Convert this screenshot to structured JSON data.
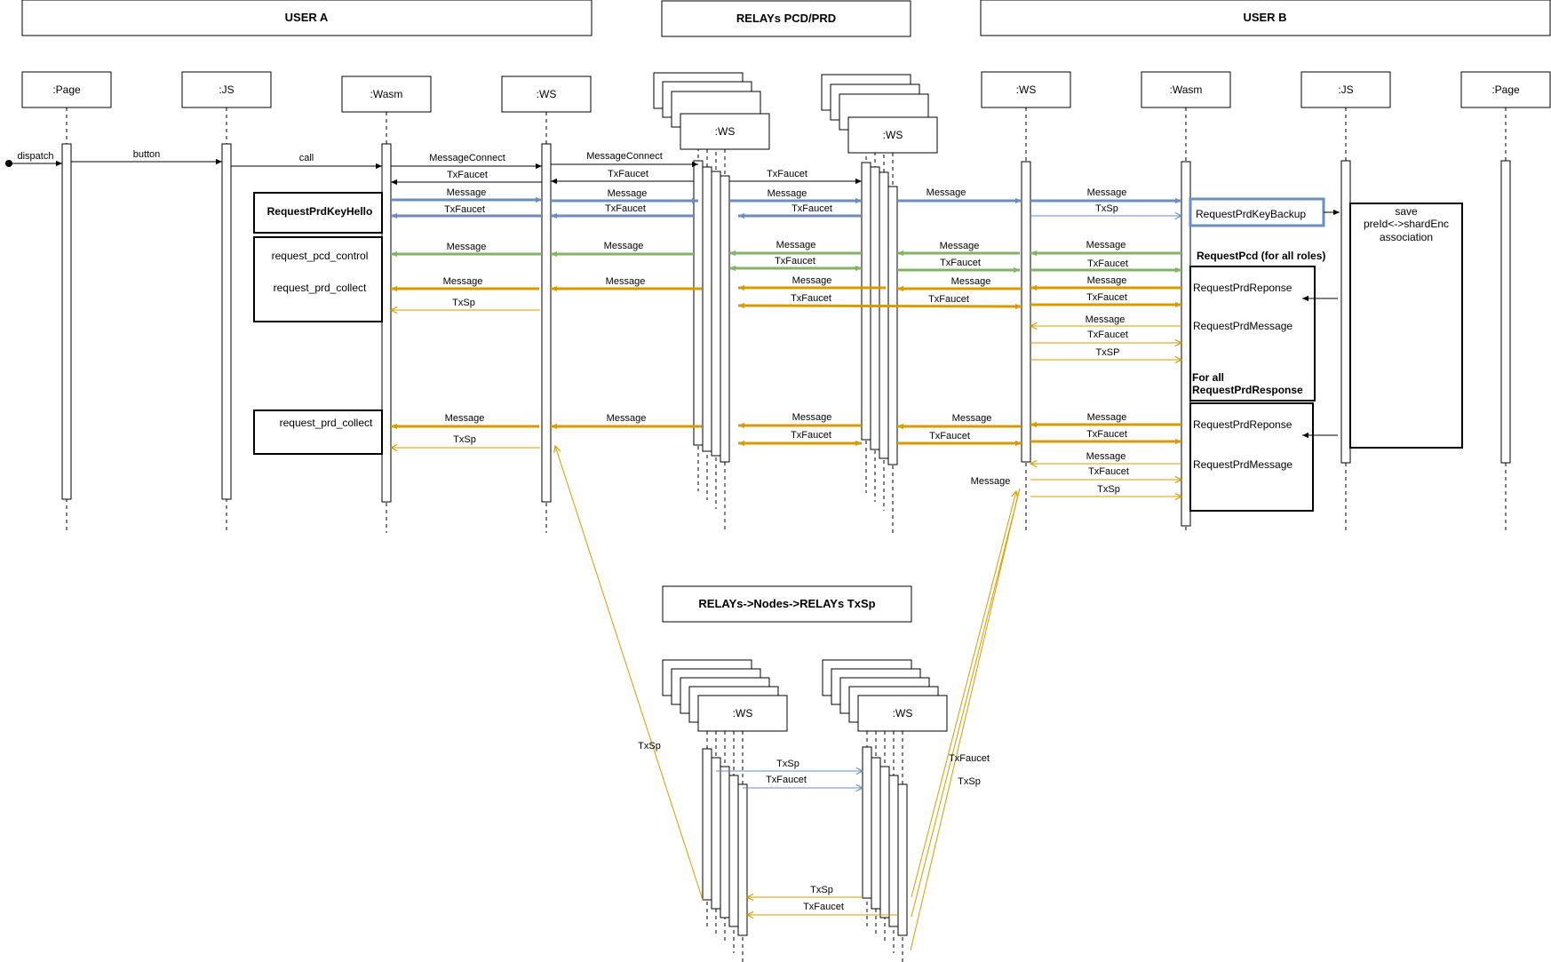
{
  "headers": {
    "user_a": "USER A",
    "relays": "RELAYs PCD/PRD",
    "user_b": "USER B",
    "relays_nodes": "RELAYs->Nodes->RELAYs TxSp"
  },
  "lifelines": {
    "a_page": ":Page",
    "a_js": ":JS",
    "a_wasm": ":Wasm",
    "a_ws": ":WS",
    "relay_ws": ":WS",
    "b_ws": ":WS",
    "b_wasm": ":Wasm",
    "b_js": ":JS",
    "b_page": ":Page"
  },
  "boxes": {
    "request_prd_key_hello": "RequestPrdKeyHello",
    "request_pcd_control": "request_pcd_control",
    "request_prd_collect": "request_prd_collect",
    "request_prd_collect_2": "request_prd_collect",
    "request_prd_key_backup": "RequestPrdKeyBackup",
    "save_1": "save",
    "save_2": "preId<->shardEnc",
    "save_3": "association",
    "request_pcd_all_roles": "RequestPcd (for all roles)",
    "request_prd_reponse_1": "RequestPrdReponse",
    "request_prd_message_1": "RequestPrdMessage",
    "for_all_1": "For all",
    "for_all_2": "RequestPrdResponse",
    "request_prd_reponse_2": "RequestPrdReponse",
    "request_prd_message_2": "RequestPrdMessage"
  },
  "messages": {
    "dispatch": "dispatch",
    "button": "button",
    "call": "call",
    "message_connect": "MessageConnect",
    "tx_faucet": "TxFaucet",
    "message": "Message",
    "tx_sp": "TxSp",
    "tx_sp_caps": "TxSP"
  },
  "colors": {
    "black": "#000000",
    "blue": "#6c8ebf",
    "green": "#82b366",
    "orange": "#d79b00"
  }
}
